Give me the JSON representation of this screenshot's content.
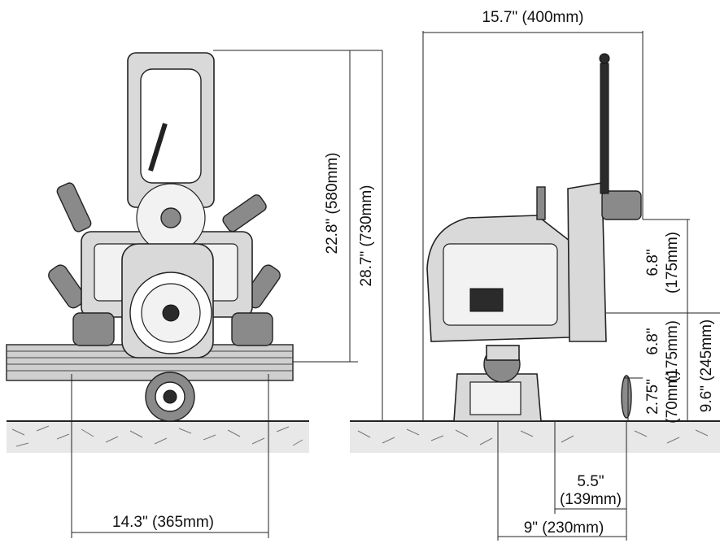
{
  "dimensions": {
    "overall_width": "14.3\" (365mm)",
    "height_upper": "22.8\" (580mm)",
    "height_total": "28.7\" (730mm)",
    "side_length": "15.7\" (400mm)",
    "blade_upper_in": "6.8\"",
    "blade_upper_mm": "(175mm)",
    "blade_lower_in": "6.8\"",
    "blade_lower_mm": "(175mm)",
    "right_height": "9.6\" (245mm)",
    "cut_depth_in": "2.75\"",
    "cut_depth_mm": "(70mm)",
    "offset_small_in": "5.5\"",
    "offset_small_mm": "(139mm)",
    "offset_large": "9\" (230mm)"
  }
}
